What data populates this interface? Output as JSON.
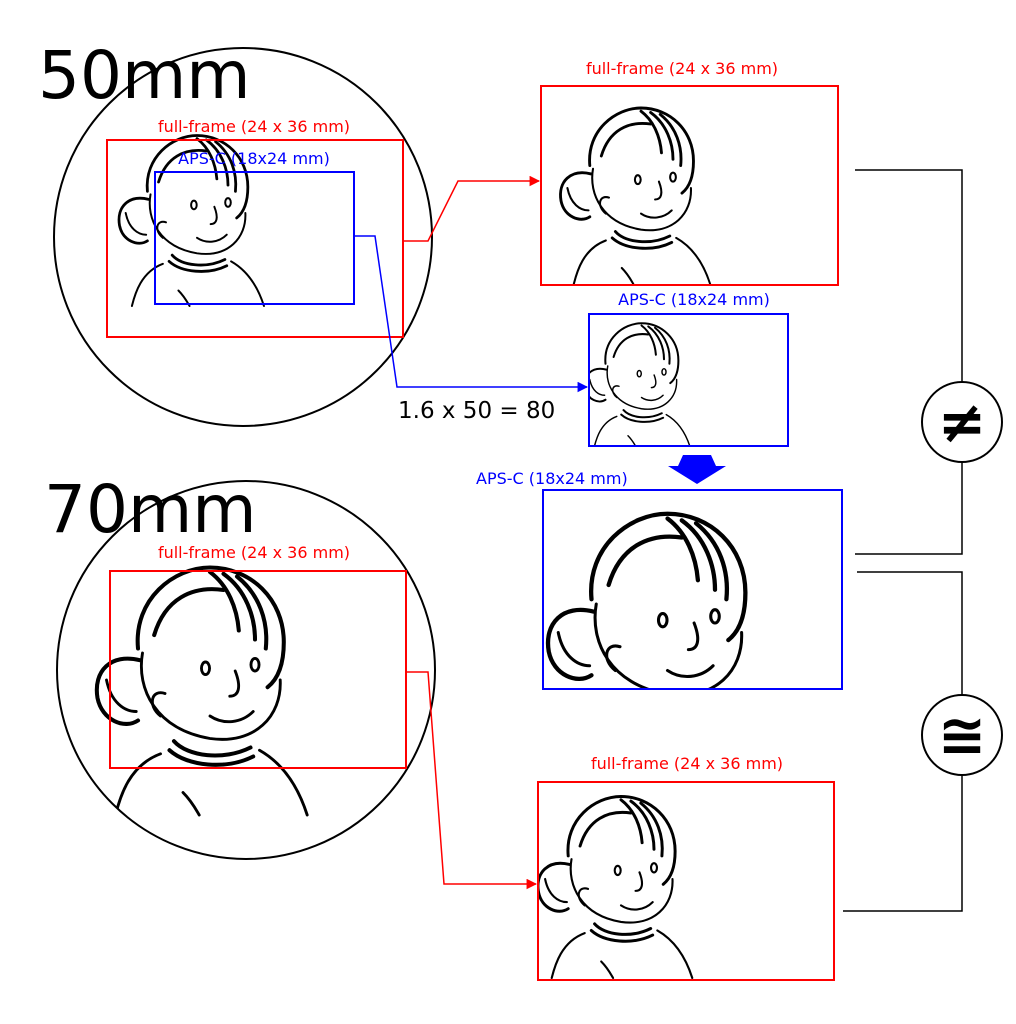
{
  "lens_50": {
    "focal_label": "50mm",
    "fullframe_label": "full-frame (24 x 36 mm)",
    "apsc_label": "APS-C (18x24 mm)"
  },
  "lens_70": {
    "focal_label": "70mm",
    "fullframe_label": "full-frame (24 x 36 mm)"
  },
  "crop_equation": "1.6 x 50 = 80",
  "results": {
    "fullframe_50_label": "full-frame (24 x 36 mm)",
    "apsc_50_label": "APS-C (18x24 mm)",
    "apsc_enlarged_label": "APS-C (18x24 mm)",
    "fullframe_70_label": "full-frame (24 x 36 mm)"
  },
  "comparison": {
    "not_equal_symbol": "≠",
    "approx_equal_symbol": "≅"
  },
  "colors": {
    "fullframe": "#ff0000",
    "apsc": "#0000ff",
    "outline": "#000000"
  },
  "icons": [
    "girl-portrait-sketch-icon",
    "not-equal-icon",
    "approximately-equal-icon",
    "down-arrow-icon"
  ]
}
